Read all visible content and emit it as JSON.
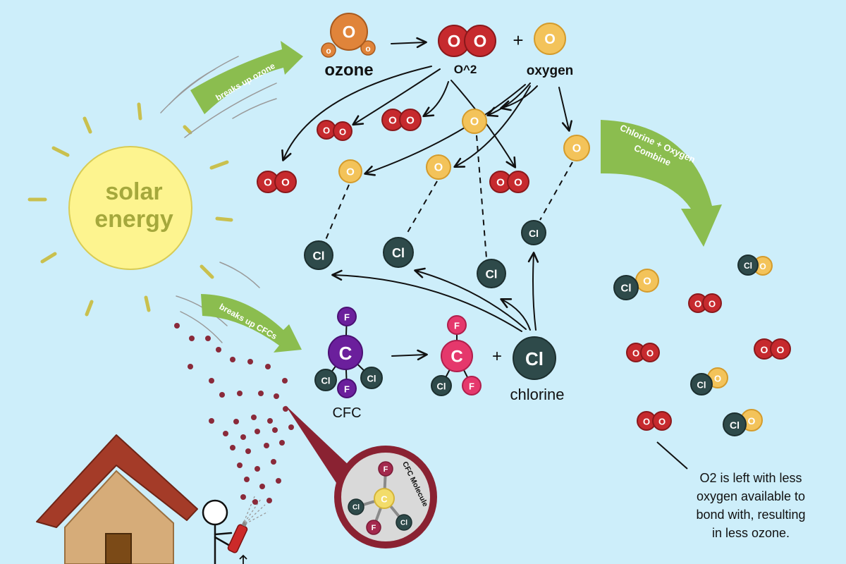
{
  "sun": {
    "line1": "solar",
    "line2": "energy"
  },
  "arrows": {
    "breaks_ozone": "breaks up ozone",
    "breaks_cfcs": "breaks up CFCs",
    "combine_line1": "Chlorine + Oxygen",
    "combine_line2": "Combine"
  },
  "labels": {
    "ozone": "ozone",
    "o2": "O^2",
    "oxygen": "oxygen",
    "plus": "+",
    "cfc": "CFC",
    "chlorine": "chlorine",
    "bubble": "CFC Molecule"
  },
  "atom_labels": {
    "oxygen": "O",
    "oxygen_small": "o",
    "chlorine": "Cl",
    "carbon": "C",
    "fluorine": "F"
  },
  "note": {
    "lines": [
      "O2 is left with less",
      "oxygen available to",
      "bond with, resulting",
      "in less ozone."
    ]
  },
  "colors": {
    "background": "#cdeefa",
    "sun_fill": "#fdf48f",
    "arrow_green": "#8bbd4f",
    "ozone_fill": "#e0843a",
    "ozone_stroke": "#a85a1e",
    "o2_fill": "#c62a2e",
    "o2_stroke": "#8a181b",
    "oxygen_fill": "#f3c35a",
    "oxygen_stroke": "#d49b2b",
    "chlorine_fill": "#2e4a4a",
    "chlorine_stroke": "#1c2f2f",
    "cfc_fill": "#6b1f9c",
    "cfc_stroke": "#4a0f73",
    "fragment_fill": "#e5386c",
    "fragment_stroke": "#b01e4c",
    "bubble_carbon_fill": "#f2dc6a",
    "bubble_carbon_stroke": "#d4b43a",
    "bubble_fluorine_fill": "#a3294d",
    "bubble_fluorine_stroke": "#7a1a35",
    "spray_dot": "#8a2a3a"
  }
}
